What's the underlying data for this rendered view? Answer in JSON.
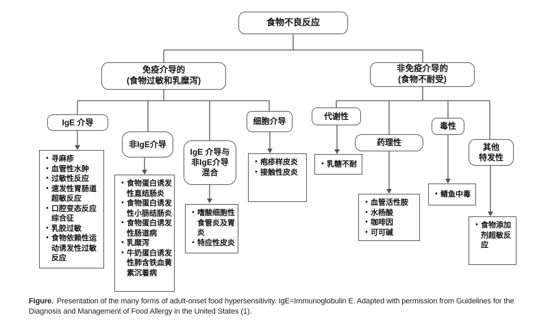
{
  "colors": {
    "line": "#555555",
    "border": "#5a5a5a",
    "text": "#141414",
    "bg": "#ffffff"
  },
  "nodes": {
    "root": "食物不良反应",
    "immune": "免疫介导的\n(食物过敏和乳糜泻)",
    "non_immune": "非免疫介导的\n(食物不耐受)",
    "ige": "IgE 介导",
    "non_ige": "非IgE介导",
    "mixed": "IgE 介导与\n非IgE介导\n混合",
    "cell": "细胞介导",
    "metabolic": "代谢性",
    "pharmacologic": "药理性",
    "toxic": "毒性",
    "other_idiopathic": "其他\n特发性"
  },
  "lists": {
    "ige": [
      "寻麻疹",
      "血管性水肿",
      "过敏性反应",
      "速发性胃肠道超敏反应",
      "口腔变态反应综合征",
      "乳胶过敏",
      "食物依赖性运动诱发性过敏反应"
    ],
    "non_ige": [
      "食物蛋白诱发性直结肠炎",
      "食物蛋白诱发性小肠结肠炎",
      "食物蛋白诱发性肠道病",
      "乳糜泻",
      "牛奶蛋白诱发性肺含铁血黄素沉着病"
    ],
    "mixed": [
      "嗜酸细胞性食管炎及胃炎",
      "特应性皮炎"
    ],
    "cell": [
      "疱疹样皮炎",
      "接触性皮炎"
    ],
    "metabolic": [
      "乳糖不耐"
    ],
    "pharmacologic": [
      "血管活性胺",
      "水杨酸",
      "咖啡因",
      "可可碱"
    ],
    "toxic": [
      "鲭鱼中毒"
    ],
    "other_idiopathic": [
      "食物添加剂超敏反应"
    ]
  },
  "caption": {
    "label": "Figure.",
    "text": "Presentation of the many forms of adult-onset food hypersensitivity. IgE=Immunoglobulin E. Adapted with permission from Guidelines for the Diagnosis and Management of Food Allergy in the United States (1)."
  }
}
